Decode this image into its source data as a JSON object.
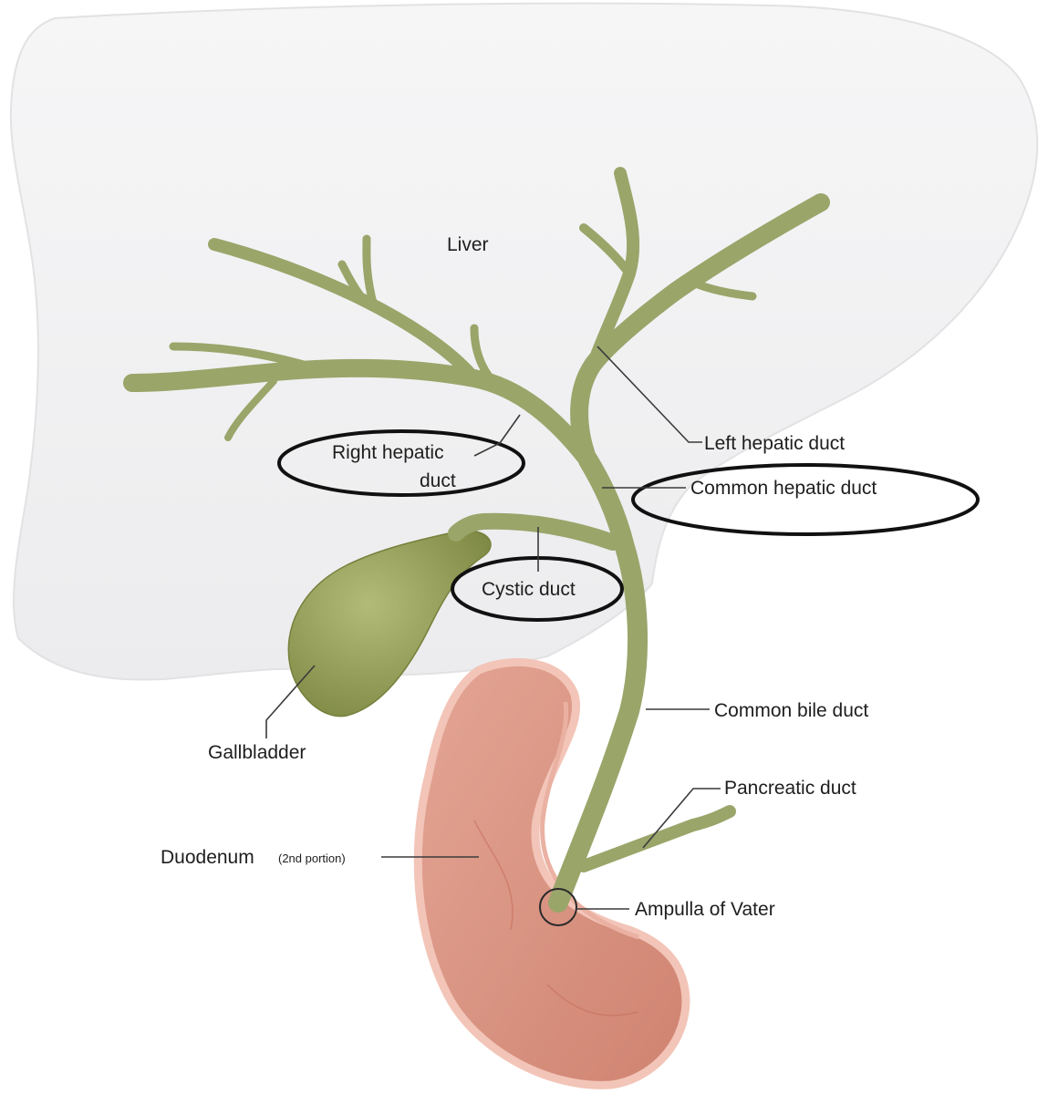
{
  "labels": {
    "liver": "Liver",
    "right_hepatic_line1": "Right hepatic",
    "right_hepatic_line2": "duct",
    "left_hepatic": "Left hepatic duct",
    "common_hepatic": "Common hepatic duct",
    "cystic": "Cystic duct",
    "gallbladder": "Gallbladder",
    "common_bile": "Common bile duct",
    "pancreatic": "Pancreatic duct",
    "duodenum": "Duodenum",
    "duodenum_note": "(2nd portion)",
    "ampulla": "Ampulla of Vater"
  },
  "colors": {
    "liver": "#f2f2f3",
    "duct": "#9aa56a",
    "gallbladder": "#8f9a52",
    "duodenum": "#d9907f",
    "duodenum_rim": "#f2c5b8",
    "highlight_ovals": "#111111"
  }
}
